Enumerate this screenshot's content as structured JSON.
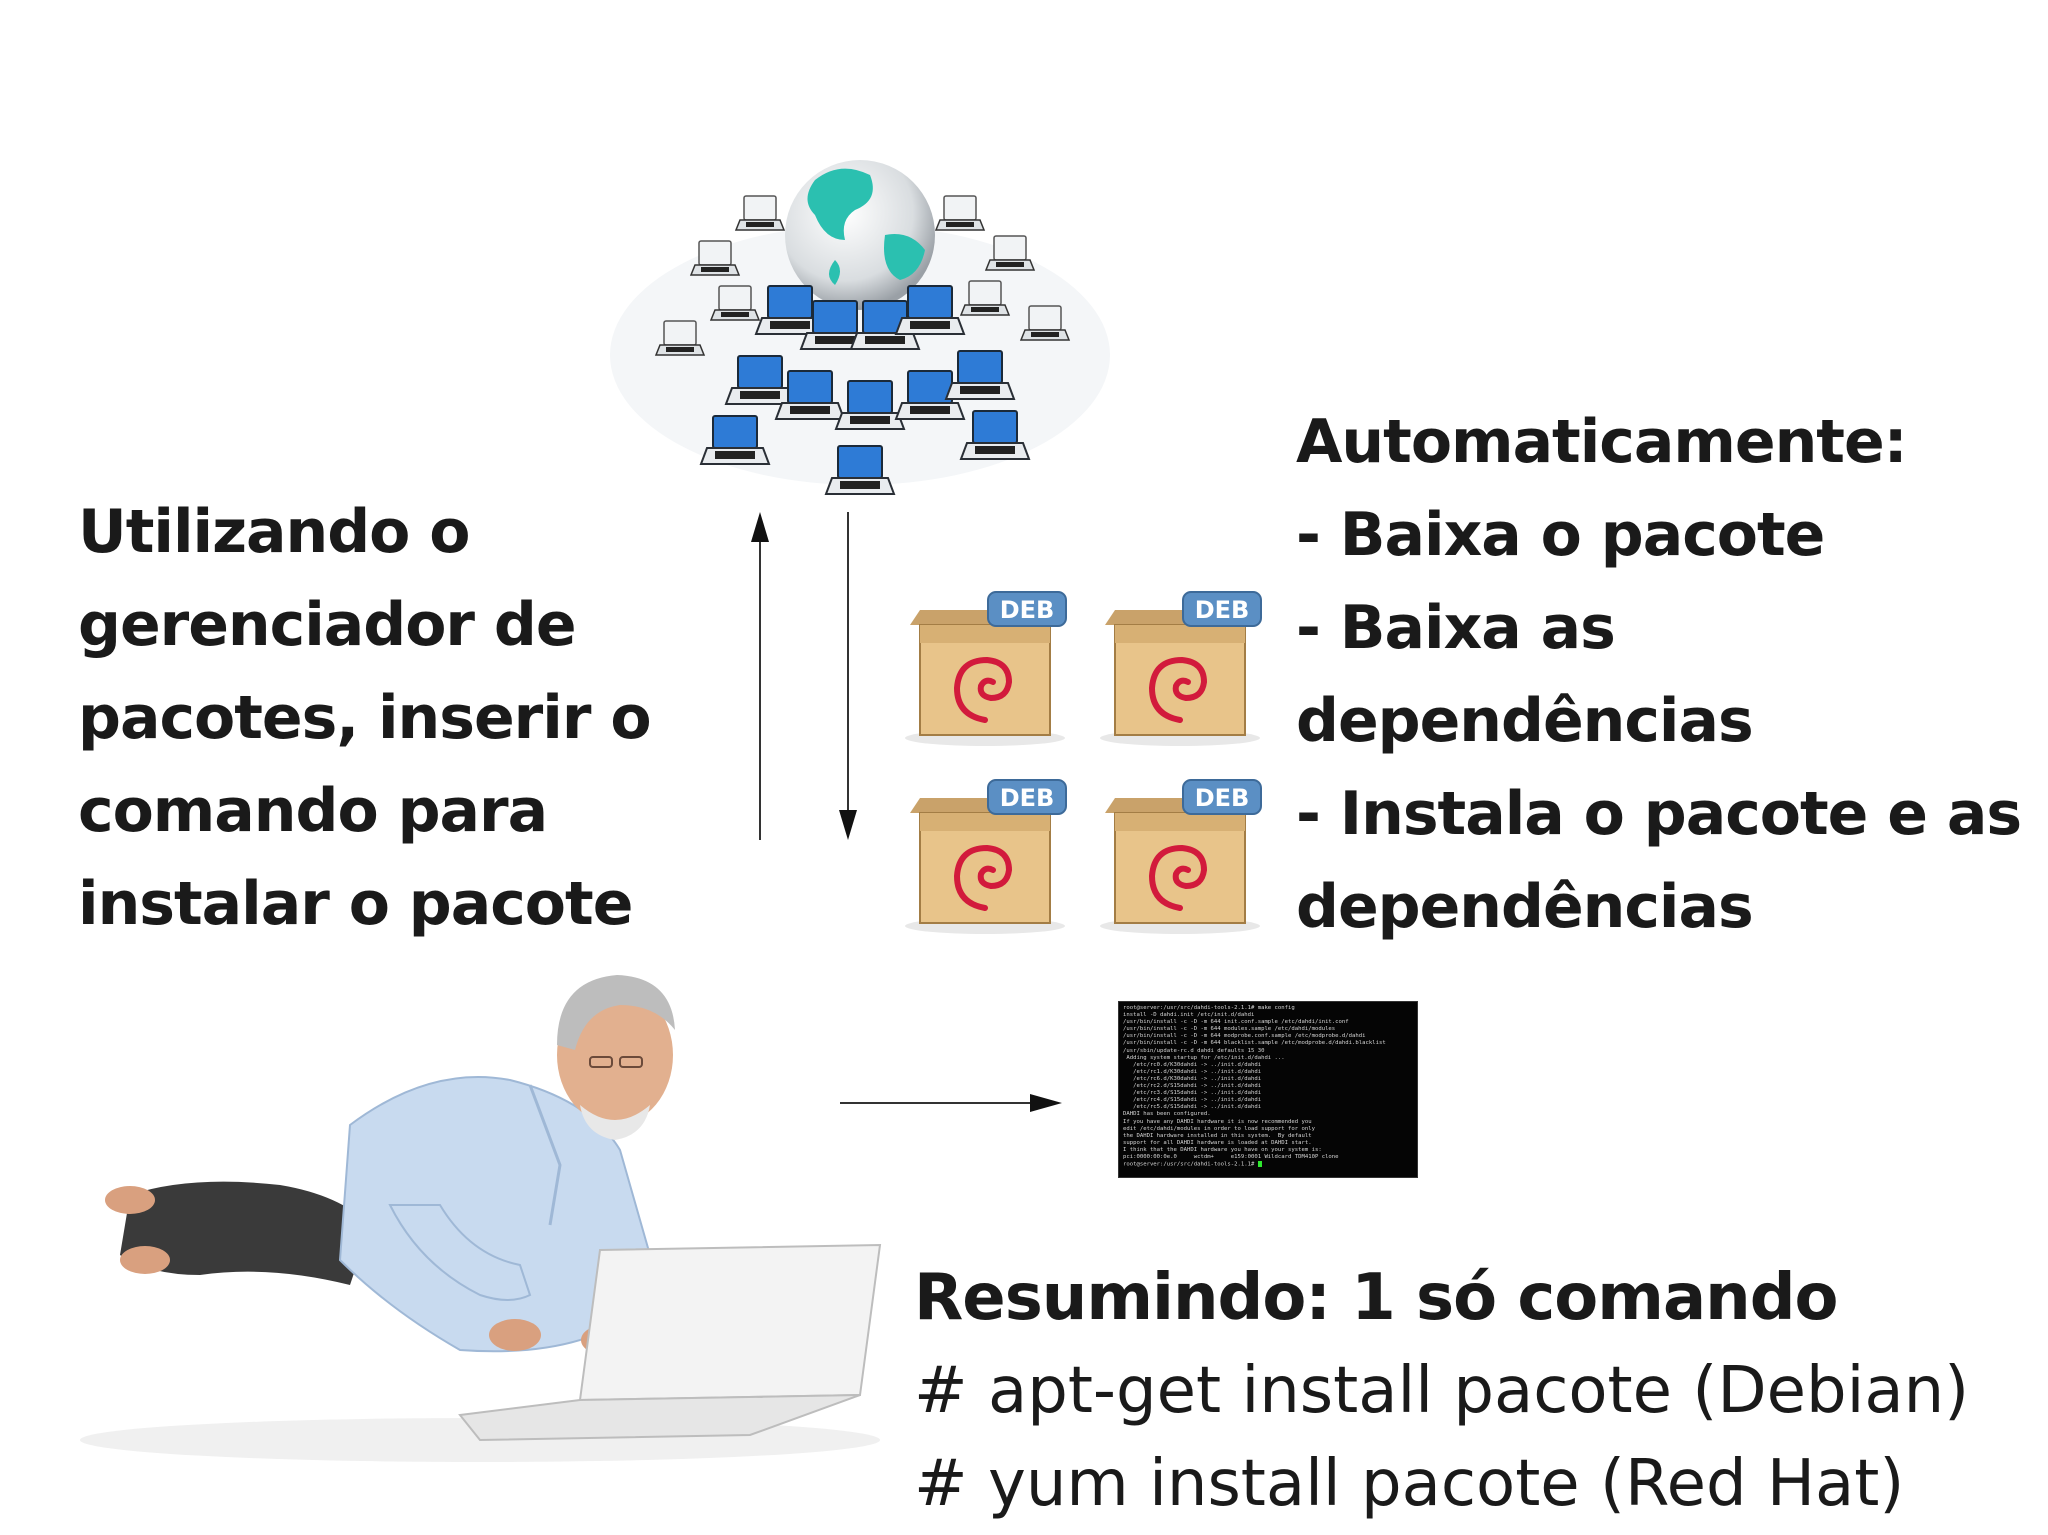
{
  "left_text": {
    "lines": [
      "Utilizando o",
      "gerenciador de",
      "pacotes, inserir o",
      "comando para",
      "instalar o pacote"
    ]
  },
  "right_text": {
    "heading": "Automaticamente:",
    "items": [
      "- Baixa o pacote",
      "- Baixa as",
      "dependências",
      "- Instala o pacote e as",
      "dependências"
    ]
  },
  "deb_label": "DEB",
  "terminal": {
    "lines": [
      "root@server:/usr/src/dahdi-tools-2.1.1# make config",
      "install -D dahdi.init /etc/init.d/dahdi",
      "/usr/bin/install -c -D -m 644 init.conf.sample /etc/dahdi/init.conf",
      "/usr/bin/install -c -D -m 644 modules.sample /etc/dahdi/modules",
      "/usr/bin/install -c -D -m 644 modprobe.conf.sample /etc/modprobe.d/dahdi",
      "/usr/bin/install -c -D -m 644 blacklist.sample /etc/modprobe.d/dahdi.blacklist",
      "/usr/sbin/update-rc.d dahdi defaults 15 30",
      " Adding system startup for /etc/init.d/dahdi ...",
      "   /etc/rc0.d/K30dahdi -> ../init.d/dahdi",
      "   /etc/rc1.d/K30dahdi -> ../init.d/dahdi",
      "   /etc/rc6.d/K30dahdi -> ../init.d/dahdi",
      "   /etc/rc2.d/S15dahdi -> ../init.d/dahdi",
      "   /etc/rc3.d/S15dahdi -> ../init.d/dahdi",
      "   /etc/rc4.d/S15dahdi -> ../init.d/dahdi",
      "   /etc/rc5.d/S15dahdi -> ../init.d/dahdi",
      "DAHDI has been configured.",
      "",
      "If you have any DAHDI hardware it is now recommended you",
      "edit /etc/dahdi/modules in order to load support for only",
      "the DAHDI hardware installed in this system.  By default",
      "support for all DAHDI hardware is loaded at DAHDI start.",
      "",
      "I think that the DAHDI hardware you have on your system is:",
      "pci:0000:00:0e.0     wctdm+     e159:0001 Wildcard TDM410P clone",
      "root@server:/usr/src/dahdi-tools-2.1.1# "
    ]
  },
  "summary": {
    "heading": "Resumindo: 1 só comando",
    "commands": [
      "# apt-get install pacote (Debian)",
      "# yum install pacote (Red Hat)"
    ]
  },
  "colors": {
    "text": "#1a1a1a",
    "laptop_screen": "#2e7bd6",
    "globe_land": "#2bc0b0",
    "box_tan": "#e8c48a",
    "debian_swirl": "#d21a3c",
    "deb_tag": "#5b8fc4",
    "shirt": "#c8daef",
    "terminal_bg": "#050505"
  }
}
